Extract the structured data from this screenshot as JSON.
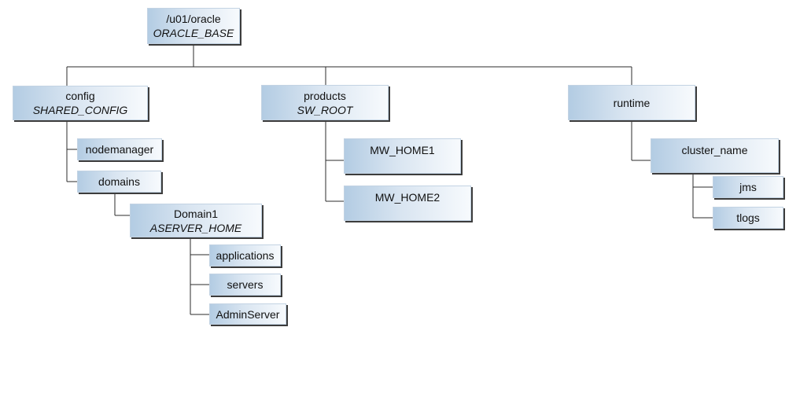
{
  "tree": {
    "root": {
      "name": "/u01/oracle",
      "variable": "ORACLE_BASE"
    },
    "config": {
      "name": "config",
      "variable": "SHARED_CONFIG"
    },
    "nodemanager": {
      "name": "nodemanager"
    },
    "domains": {
      "name": "domains"
    },
    "domain1": {
      "name": "Domain1",
      "variable": "ASERVER_HOME"
    },
    "applications": {
      "name": "applications"
    },
    "servers": {
      "name": "servers"
    },
    "adminserver": {
      "name": "AdminServer"
    },
    "products": {
      "name": "products",
      "variable": "SW_ROOT"
    },
    "mw_home1": {
      "name": "MW_HOME1"
    },
    "mw_home2": {
      "name": "MW_HOME2"
    },
    "runtime": {
      "name": "runtime"
    },
    "cluster_name": {
      "name": "cluster_name"
    },
    "jms": {
      "name": "jms"
    },
    "tlogs": {
      "name": "tlogs"
    }
  },
  "colors": {
    "box_gradient_dark": "#b3cce3",
    "box_gradient_light": "#f7fafd",
    "connector": "#2b2b2b",
    "shadow": "#3c3c3c"
  }
}
